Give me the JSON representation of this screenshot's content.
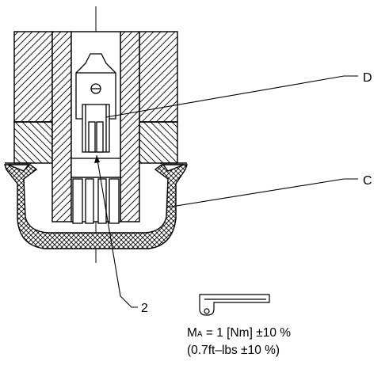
{
  "callouts": {
    "d": "D",
    "c": "C",
    "two": "2"
  },
  "torque": {
    "symbol": "M",
    "subscript": "A",
    "value_text": " = 1 [Nm] ±10 %",
    "imperial_text": "(0.7ft–lbs ±10 %)"
  },
  "tool_icon": "hex-key-icon"
}
